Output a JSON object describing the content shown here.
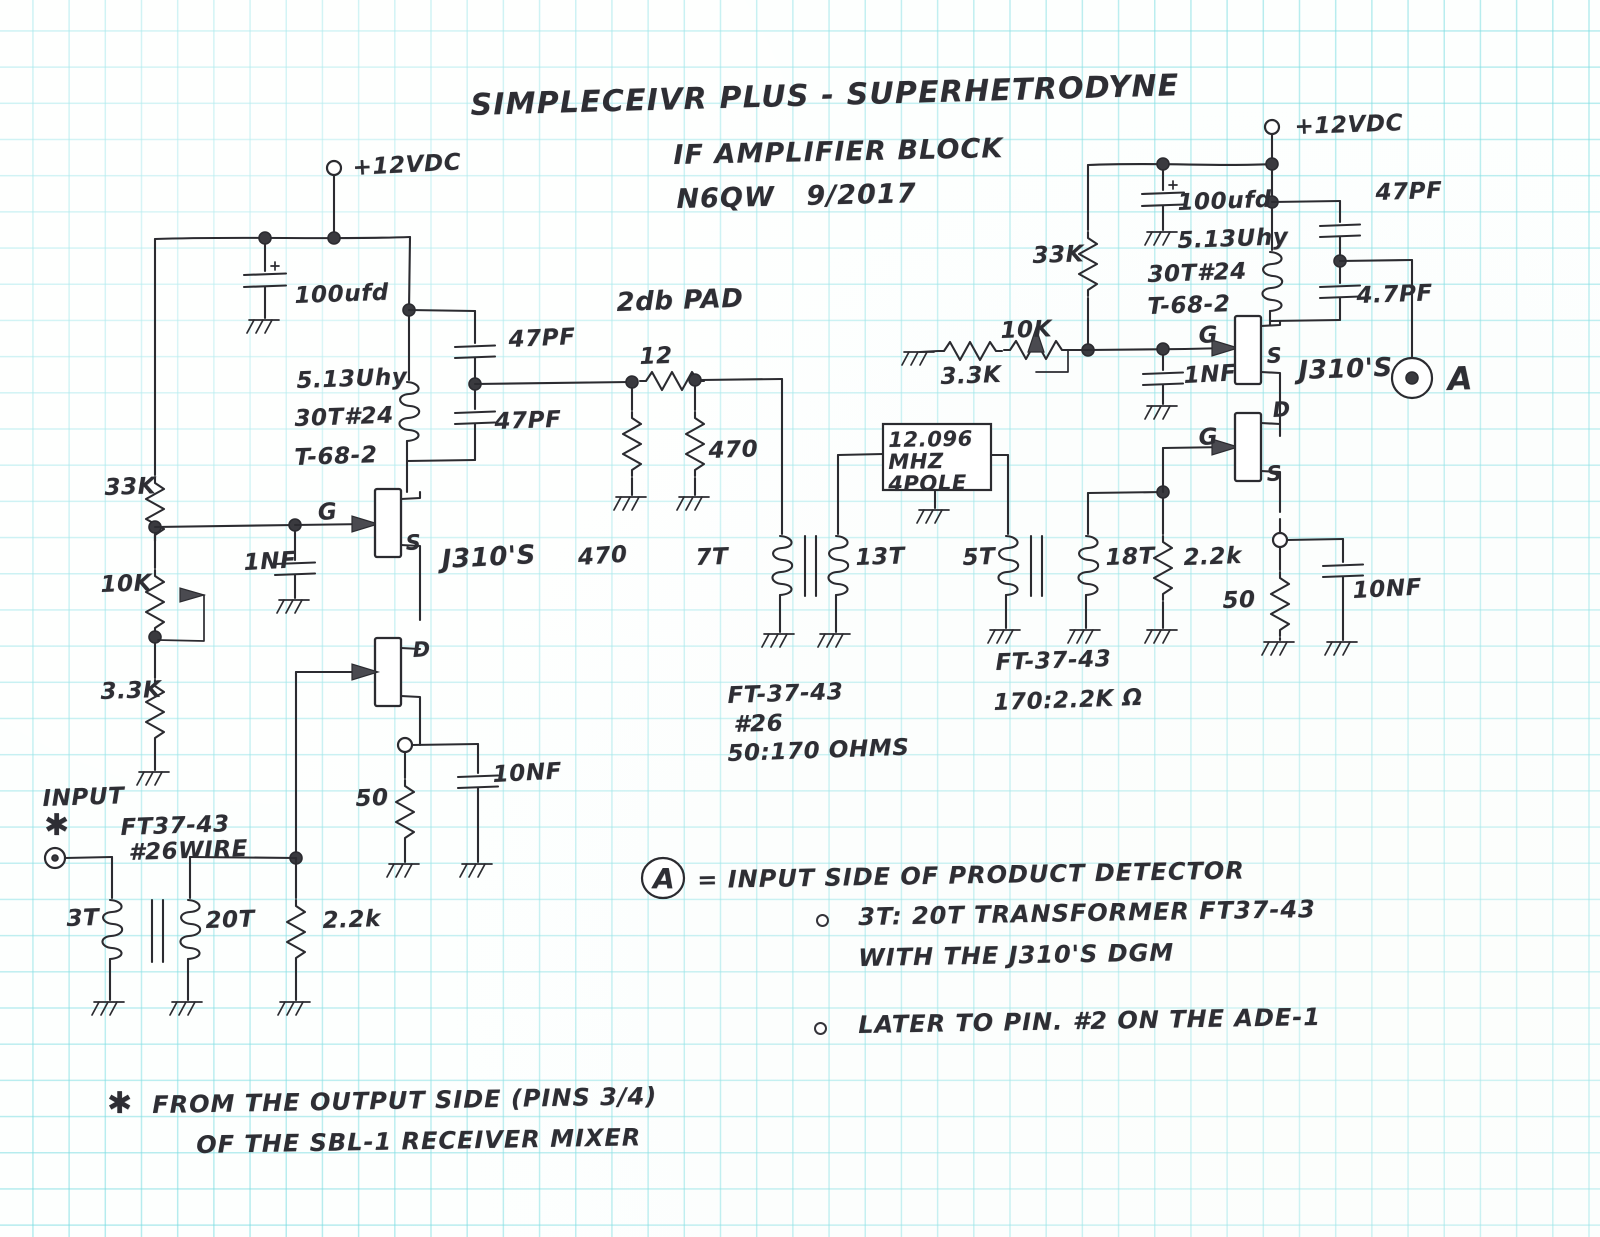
{
  "document": {
    "kind": "hand-drawn schematic on graph paper",
    "title_line1": "SIMPLECEIVR PLUS - SUPERHETRODYNE",
    "title_line2": "IF AMPLIFIER BLOCK",
    "title_line3": "N6QW   9/2017"
  },
  "left_stage": {
    "supply_label": "+12VDC",
    "bypass_cap": "100ufd",
    "tank_inductor_l1": "5.13Uhy",
    "tank_inductor_l2": "30T#24",
    "tank_inductor_l3": "T-68-2",
    "tank_cap_top": "47PF",
    "tank_cap_bottom": "47PF",
    "bias_top": "33K",
    "bias_pot": "10K",
    "bias_bottom": "3.3K",
    "gate_cap": "1NF",
    "gate_label": "G",
    "source_label": "S",
    "drain_label": "D",
    "device": "J310'S",
    "source_res": "50",
    "source_cap": "10NF"
  },
  "input": {
    "label": "INPUT",
    "star": "✱",
    "core": "FT37-43",
    "wire": "#26WIRE",
    "primary_turns": "3T",
    "secondary_turns": "20T",
    "load_res": "2.2k"
  },
  "pad": {
    "title": "2db PAD",
    "series_res": "12",
    "shunt_res_left": "470",
    "shunt_res_right": "470"
  },
  "filter": {
    "box_line1": "12.096",
    "box_line2": "MHZ",
    "box_line3": "4POLE",
    "in_xfmr_primary": "7T",
    "in_xfmr_secondary": "13T",
    "out_xfmr_primary": "5T",
    "out_xfmr_secondary": "18T",
    "out_load_res": "2.2k",
    "in_xfmr_note1": "FT-37-43",
    "in_xfmr_note2": "#26",
    "in_xfmr_note3": "50:170 OHMS",
    "out_xfmr_note1": "FT-37-43",
    "out_xfmr_note2": "170:2.2K Ω"
  },
  "right_stage": {
    "supply_label": "+12VDC",
    "bypass_cap": "100ufd",
    "tank_inductor_l1": "5.13Uhy",
    "tank_inductor_l2": "30T#24",
    "tank_inductor_l3": "T-68-2",
    "tank_cap_top": "47PF",
    "tank_cap_bottom": "4.7PF",
    "bias_top": "33K",
    "bias_pot": "10K",
    "bias_series": "3.3K",
    "gate_cap": "1NF",
    "gate_label_top": "G",
    "gate_label_bottom": "G",
    "source_label_top": "S",
    "source_label_bottom": "S",
    "drain_label": "D",
    "device": "J310'S",
    "source_res": "50",
    "source_cap": "10NF",
    "output_node": "A"
  },
  "notes": {
    "node_a_title": "= INPUT SIDE OF PRODUCT DETECTOR",
    "node_a_symbol": "A",
    "bullet1_line1": "3T: 20T TRANSFORMER FT37-43",
    "bullet1_line2": "WITH THE J310'S DGM",
    "bullet2_line1": "LATER TO PIN. #2 ON THE ADE-1",
    "footnote_star": "✱",
    "footnote_line1": "FROM THE OUTPUT SIDE (PINS 3/4)",
    "footnote_line2": "OF THE SBL-1 RECEIVER MIXER"
  },
  "colors": {
    "ink": "#2e2e34",
    "paper": "#fdfffe",
    "grid": "#78dce1"
  }
}
